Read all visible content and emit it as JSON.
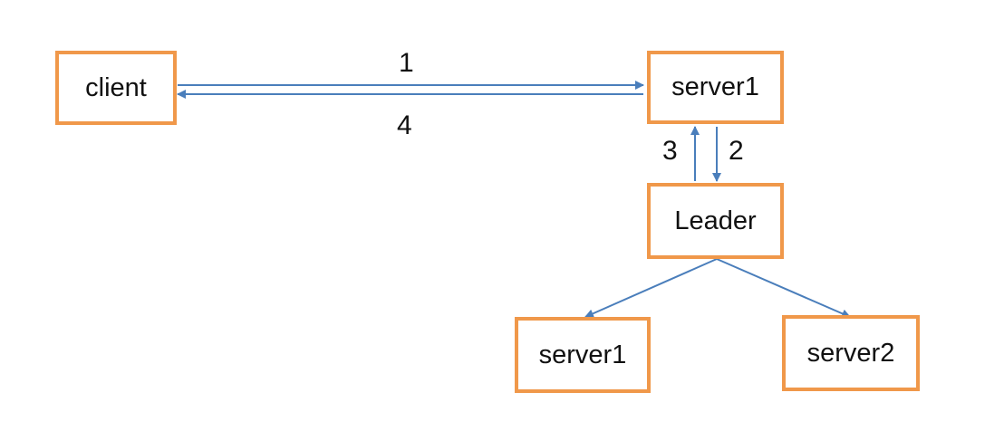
{
  "nodes": {
    "client": "client",
    "server1_top": "server1",
    "leader": "Leader",
    "server1_bottom": "server1",
    "server2": "server2"
  },
  "steps": {
    "s1": "1",
    "s2": "2",
    "s3": "3",
    "s4": "4"
  },
  "colors": {
    "box_border": "#F0984A",
    "arrow": "#4A7EBB"
  }
}
